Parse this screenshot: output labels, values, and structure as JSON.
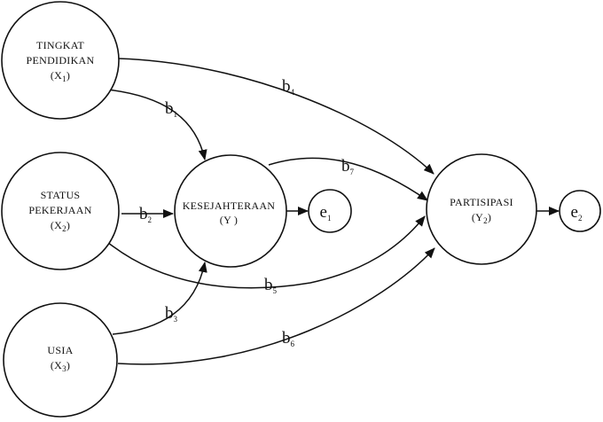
{
  "nodes": {
    "x1": {
      "lines": [
        "TINGKAT",
        "PENDIDIKAN",
        "(X"
      ],
      "sub": "1",
      "close": ")"
    },
    "x2": {
      "lines": [
        "STATUS",
        "PEKERJAAN",
        "(X"
      ],
      "sub": "2",
      "close": ")"
    },
    "x3": {
      "lines": [
        "USIA",
        "(X"
      ],
      "sub": "3",
      "close": ")"
    },
    "y1": {
      "lines": [
        "KESEJAHTERAAN",
        "(Y )"
      ]
    },
    "y2": {
      "lines": [
        "PARTISIPASI",
        "(Y"
      ],
      "sub": "2",
      "close": ")"
    },
    "e1": {
      "base": "e",
      "sub": "1"
    },
    "e2": {
      "base": "e",
      "sub": "2"
    }
  },
  "paths": {
    "b1": {
      "base": "b",
      "sub": "1"
    },
    "b2": {
      "base": "b",
      "sub": "2"
    },
    "b3": {
      "base": "b",
      "sub": "3"
    },
    "b4": {
      "base": "b",
      "sub": "4"
    },
    "b5": {
      "base": "b",
      "sub": "5"
    },
    "b6": {
      "base": "b",
      "sub": "6"
    },
    "b7": {
      "base": "b",
      "sub": "7"
    }
  },
  "colors": {
    "stroke": "#111111",
    "background": "#ffffff"
  }
}
